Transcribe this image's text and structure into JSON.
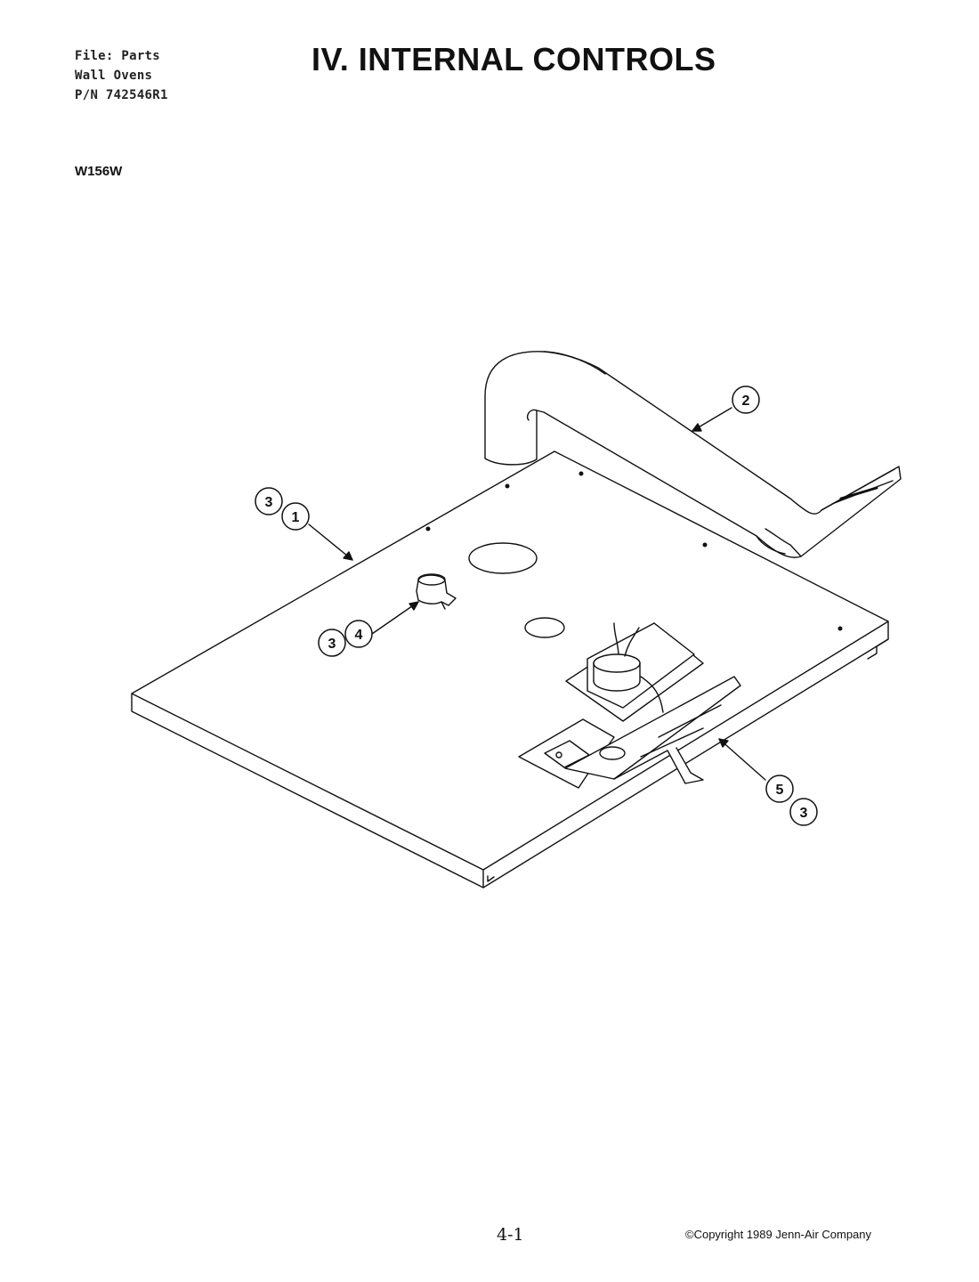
{
  "header": {
    "file_lines": [
      "File: Parts",
      "Wall Ovens",
      "P/N 742546R1"
    ],
    "title": "IV. INTERNAL CONTROLS",
    "model": "W156W"
  },
  "callouts": {
    "c1": [
      "3",
      "1"
    ],
    "c2": [
      "2"
    ],
    "c3": [
      "3",
      "4"
    ],
    "c4": [
      "5",
      "3"
    ]
  },
  "footer": {
    "page_number": "4-1",
    "copyright": "©Copyright 1989 Jenn-Air Company"
  }
}
